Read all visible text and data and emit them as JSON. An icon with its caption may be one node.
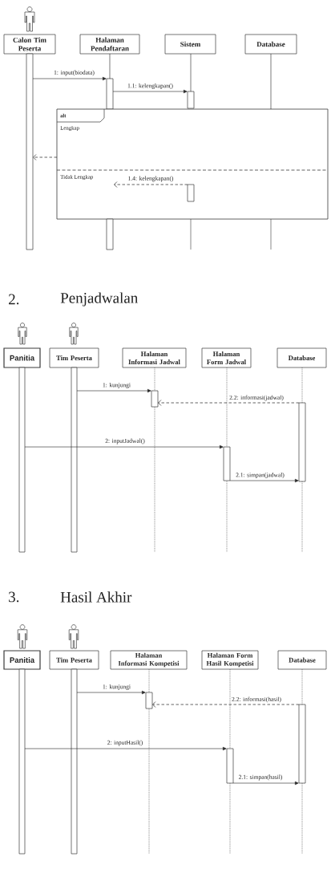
{
  "diagram": {
    "nodes": [
      {
        "text": [
          "Calon Tim Peserta"
        ]
      },
      {
        "text": [
          "Halaman Pendaftaran"
        ]
      },
      {
        "text": [
          "Sistem"
        ]
      },
      {
        "text": [
          "Database"
        ]
      },
      {
        "text": [],
        "shape": "bar"
      },
      {
        "text": [],
        "shape": "bar"
      },
      {
        "text": [],
        "shape": "bar"
      },
      {
        "text": [
          "alt",
          "Lengkap",
          "Tidak Lengkap"
        ]
      },
      {
        "text": [],
        "shape": "bar",
        "in": 7
      },
      {
        "text": [],
        "shape": "bar"
      },
      {
        "text": [
          "Panitia"
        ]
      },
      {
        "text": [
          "Tim Peserta"
        ]
      },
      {
        "text": [
          "Halaman Informasi Jadwal"
        ]
      },
      {
        "text": [
          "Halaman Form Jadwal"
        ]
      },
      {
        "text": [
          "Database"
        ]
      },
      {
        "text": [],
        "shape": "bar"
      },
      {
        "text": [],
        "shape": "bar"
      },
      {
        "text": [],
        "shape": "bar"
      },
      {
        "text": [],
        "shape": "bar"
      },
      {
        "text": [],
        "shape": "bar"
      },
      {
        "text": [
          "Panitia"
        ]
      },
      {
        "text": [
          "Tim Peserta"
        ]
      },
      {
        "text": [
          "Halaman Informasi Kompetisi"
        ]
      },
      {
        "text": [
          "Halaman Form Hasil Kompetisi"
        ]
      },
      {
        "text": [
          "Database"
        ]
      },
      {
        "text": [],
        "shape": "bar"
      },
      {
        "text": [],
        "shape": "bar"
      },
      {
        "text": [],
        "shape": "bar"
      },
      {
        "text": [],
        "shape": "bar"
      },
      {
        "text": [],
        "shape": "bar"
      }
    ],
    "edges": [
      {
        "from": 4,
        "to": 5,
        "arrow": "to",
        "label": "1: input(biodata)"
      },
      {
        "from": 5,
        "to": 6,
        "arrow": "to",
        "label": "1.1: kelengkapan()"
      },
      {
        "from": 7,
        "to": 4,
        "arrow": "to",
        "style": "dashed"
      },
      {
        "from": 8,
        "to": null,
        "arrow": "to",
        "label": "1.4: kelengkapan()",
        "style": "dashed"
      },
      {
        "from": 16,
        "to": 17,
        "arrow": "to",
        "label": "1: kunjungi"
      },
      {
        "from": 19,
        "to": 17,
        "arrow": "to",
        "label": "2.2: informasi(jadwal)",
        "style": "dashed"
      },
      {
        "from": 15,
        "to": 18,
        "arrow": "to",
        "label": "2: inputJadwal()"
      },
      {
        "from": 18,
        "to": 19,
        "arrow": "to",
        "label": "2.1: simpan(jadwal)"
      },
      {
        "from": 26,
        "to": 27,
        "arrow": "to",
        "label": "1: kunjungi"
      },
      {
        "from": 29,
        "to": 27,
        "arrow": "to",
        "label": "2.2: informasi(hasil)",
        "style": "dashed"
      },
      {
        "from": 25,
        "to": 28,
        "arrow": "to",
        "label": "2: inputHasil()"
      },
      {
        "from": 28,
        "to": 29,
        "arrow": "to",
        "label": "2.1: simpan(hasil)"
      },
      {
        "from": 1,
        "to": 5,
        "arrow": "none"
      },
      {
        "from": 2,
        "to": 6,
        "arrow": "none"
      },
      {
        "from": 3,
        "to": 7,
        "arrow": "none"
      }
    ],
    "labels": [
      "2.",
      "Penjadwalan",
      "3.",
      "Hasil Akhir"
    ]
  }
}
